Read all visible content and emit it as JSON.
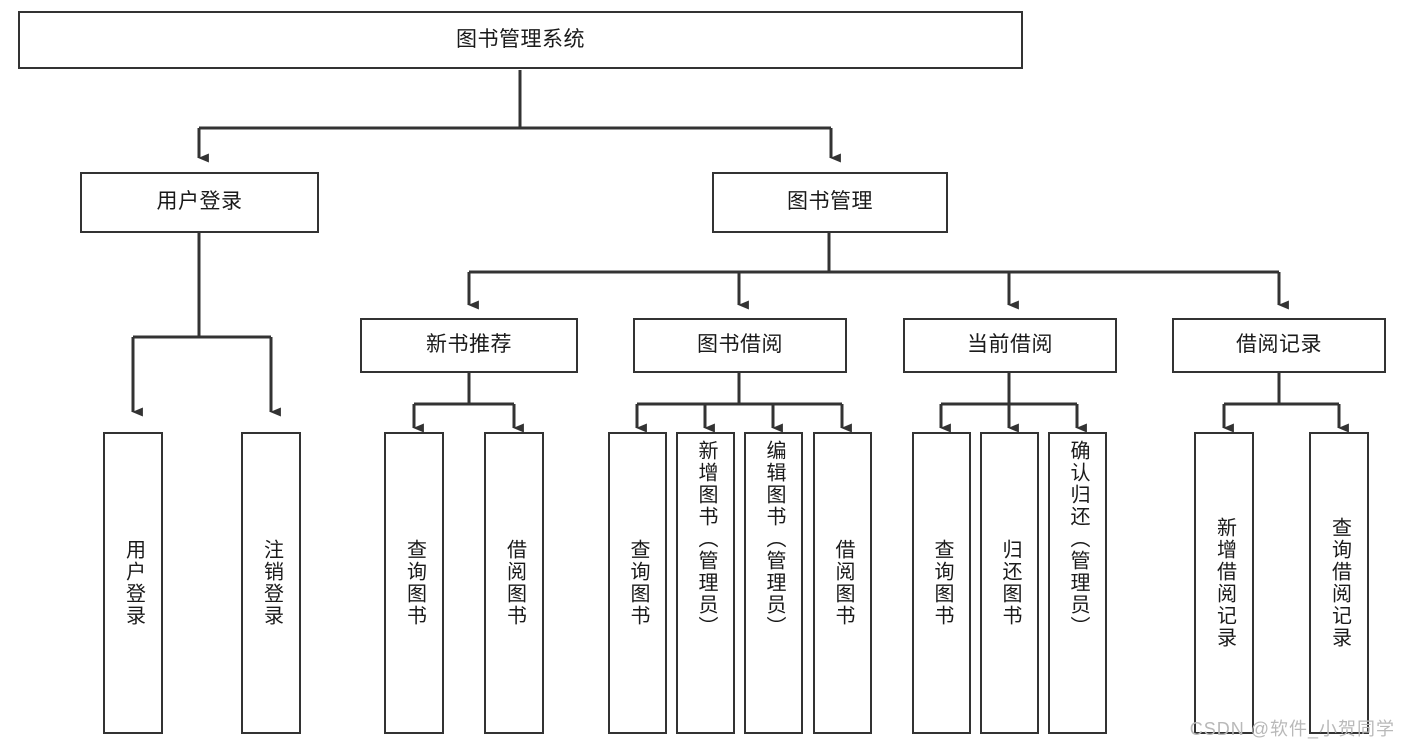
{
  "diagram": {
    "title": "图书管理系统",
    "type": "tree",
    "watermark": "CSDN @软件_小贺同学",
    "colors": {
      "box_border": "#333333",
      "box_fill": "#ffffff",
      "edge": "#333333",
      "text": "#1a1a1a",
      "watermark": "#b9b9b9"
    },
    "nodes": {
      "root": "图书管理系统",
      "level1": [
        "用户登录",
        "图书管理"
      ],
      "level2": [
        "新书推荐",
        "图书借阅",
        "当前借阅",
        "借阅记录"
      ],
      "leaves": {
        "user_login": [
          "用户登录",
          "注销登录"
        ],
        "new_book": [
          "查询图书",
          "借阅图书"
        ],
        "book_borrow": [
          "查询图书",
          "新增图书（管理员）",
          "编辑图书（管理员）",
          "借阅图书"
        ],
        "current_borrow": [
          "查询图书",
          "归还图书",
          "确认归还（管理员）"
        ],
        "borrow_record": [
          "新增借阅记录",
          "查询借阅记录"
        ]
      }
    }
  }
}
